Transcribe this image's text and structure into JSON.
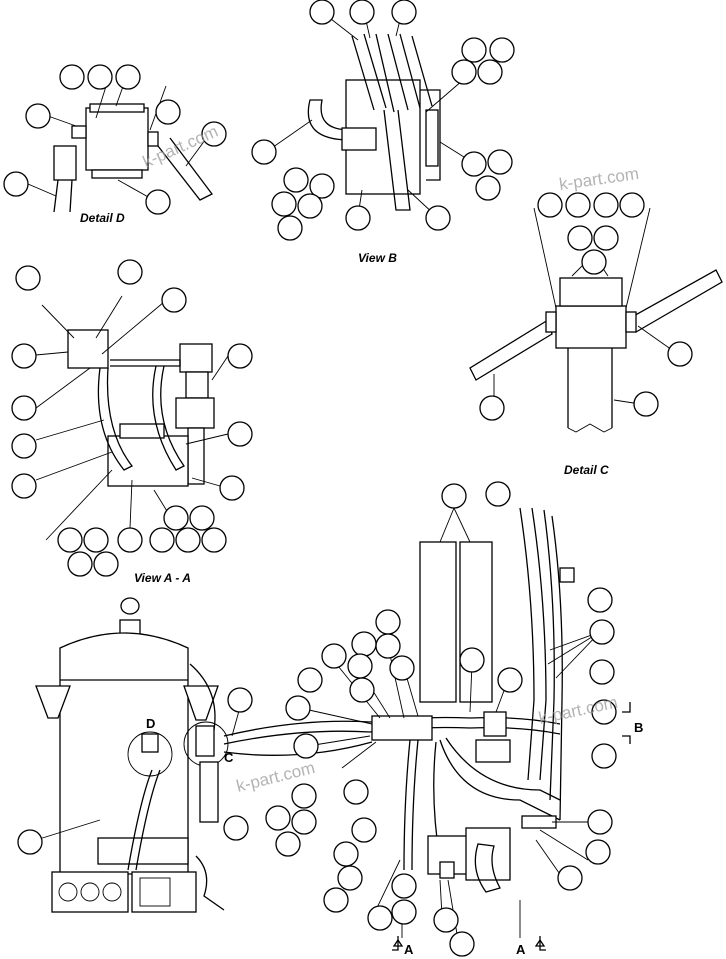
{
  "views": {
    "detail_d": "Detail D",
    "view_b": "View B",
    "detail_c": "Detail C",
    "view_aa": "View A - A"
  },
  "markers": {
    "b": "B",
    "a_left": "A",
    "a_right": "A",
    "c": "C",
    "d": "D"
  },
  "watermark": "k-part.com"
}
